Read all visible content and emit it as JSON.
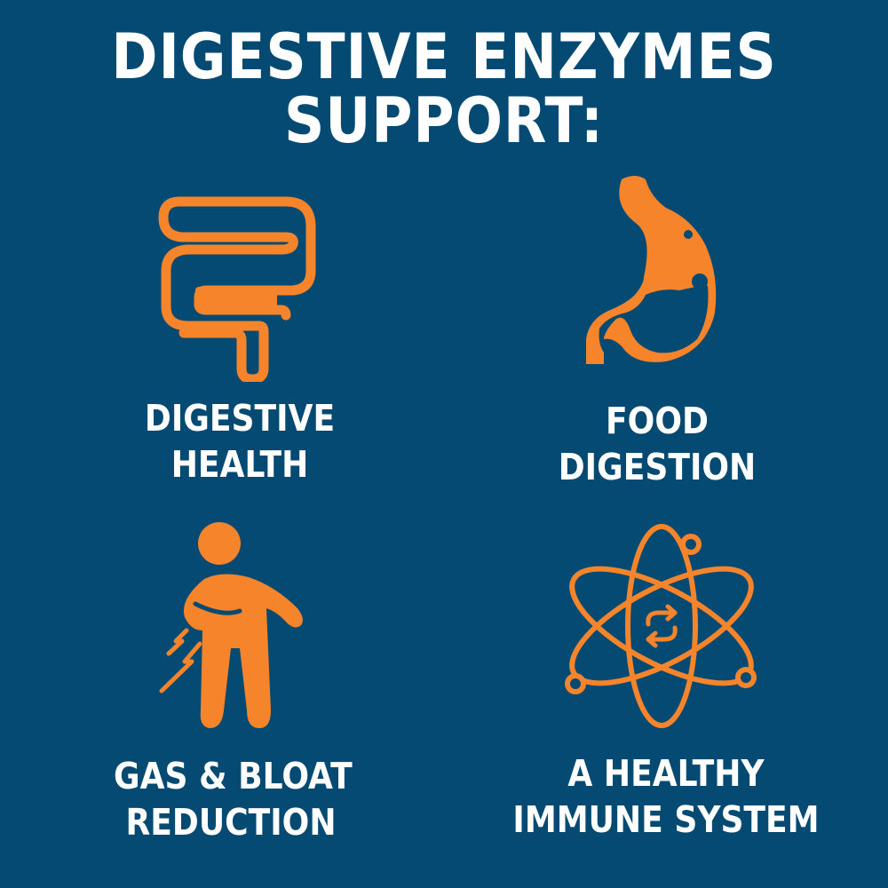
{
  "header": {
    "line1": "DIGESTIVE ENZYMES",
    "line2": "SUPPORT:"
  },
  "colors": {
    "background": "#054a72",
    "accent": "#f5842a",
    "text": "#ffffff"
  },
  "benefits": [
    {
      "icon": "intestine-icon",
      "line1": "DIGESTIVE",
      "line2": "HEALTH"
    },
    {
      "icon": "stomach-icon",
      "line1": "FOOD",
      "line2": "DIGESTION"
    },
    {
      "icon": "stomach-ache-person-icon",
      "line1": "GAS & BLOAT",
      "line2": "REDUCTION"
    },
    {
      "icon": "atom-icon",
      "line1": "A HEALTHY",
      "line2": "IMMUNE SYSTEM"
    }
  ]
}
